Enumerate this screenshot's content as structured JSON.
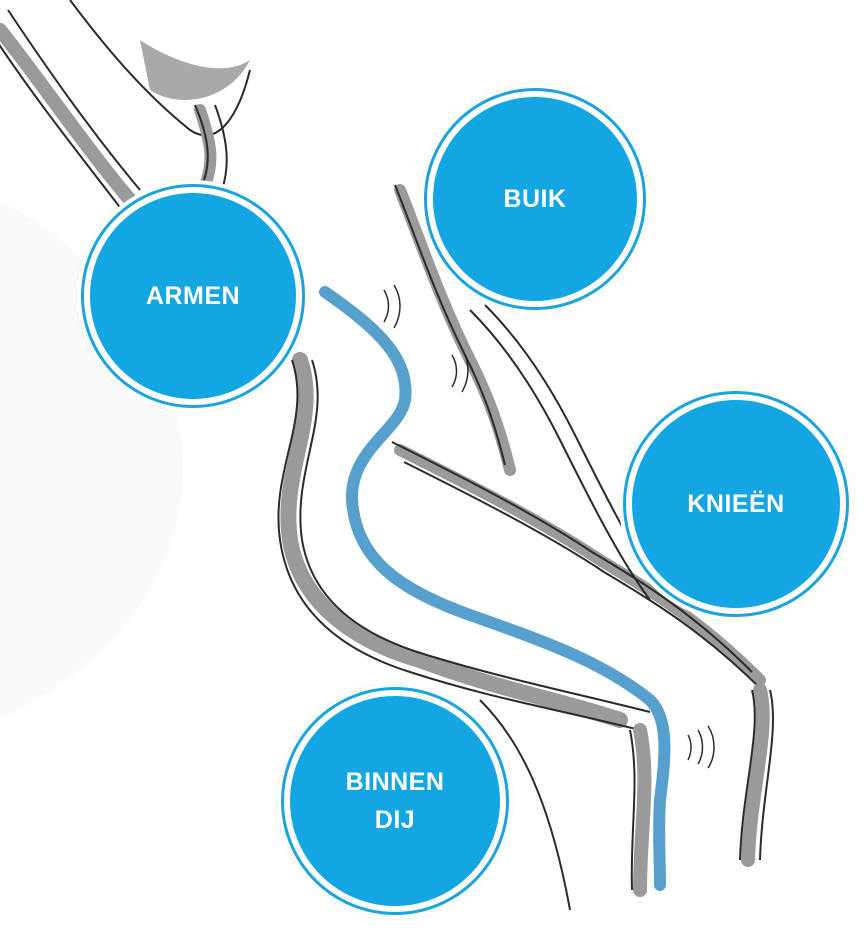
{
  "colors": {
    "accent": "#14a5e3",
    "accent_outline": "#1aa3de",
    "sketch_line": "#2b2b2b",
    "sketch_shadow": "#9a9a9a",
    "skin_stroke": "#3a8fc4",
    "background": "#ffffff"
  },
  "badges": {
    "armen": {
      "label": "ARMEN"
    },
    "buik": {
      "label": "BUIK"
    },
    "knieen": {
      "label": "KNIEËN"
    },
    "binnen_dij": {
      "label": "BINNEN\nDIJ"
    }
  }
}
